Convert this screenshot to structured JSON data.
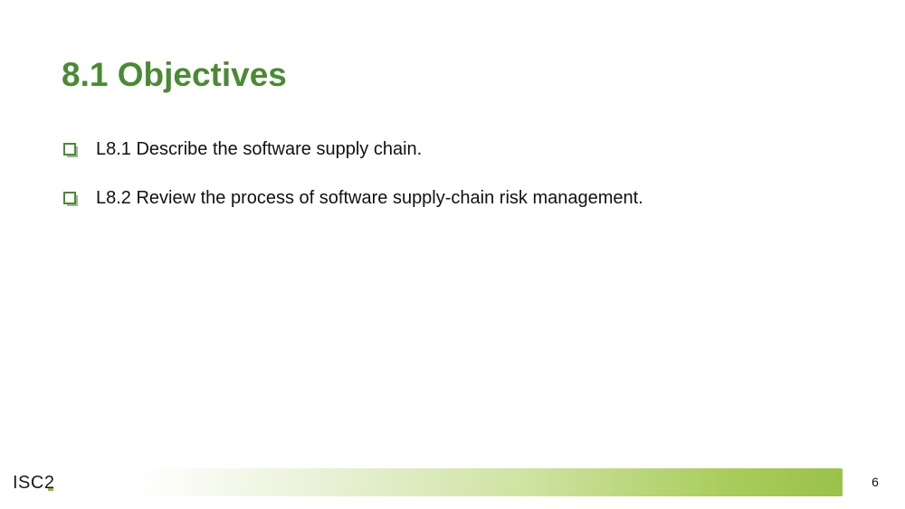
{
  "slide": {
    "title": "8.1 Objectives",
    "bullets": [
      {
        "text": "L8.1 Describe the software supply chain.",
        "icon": "checkbox-icon"
      },
      {
        "text": "L8.2 Review the process of software supply-chain risk management.",
        "icon": "checkbox-icon"
      }
    ],
    "logo_text": "ISC2",
    "page_number": "6"
  },
  "colors": {
    "title": "#4a8a35",
    "bullet_icon": "#4a8a35",
    "bar_end": "#9ac24a"
  }
}
